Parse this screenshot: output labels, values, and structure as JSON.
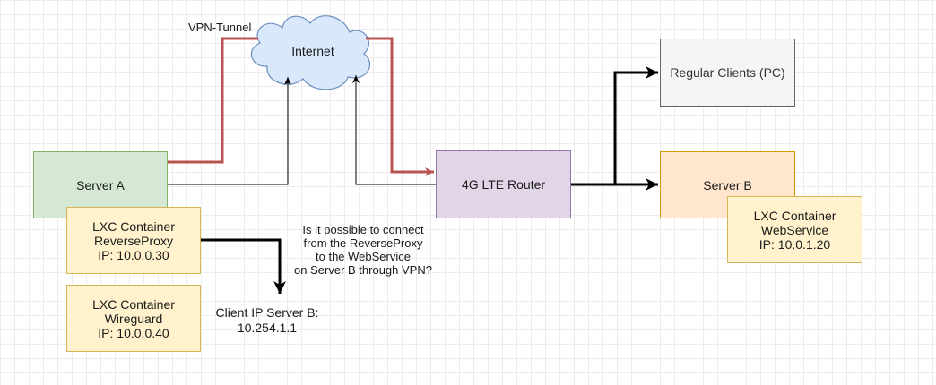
{
  "nodes": {
    "internet": {
      "label": "Internet"
    },
    "server_a": {
      "label": "Server A"
    },
    "reverse_proxy": {
      "lines": [
        "LXC Container",
        "ReverseProxy",
        "IP: 10.0.0.30"
      ]
    },
    "wireguard": {
      "lines": [
        "LXC Container",
        "Wireguard",
        "IP: 10.0.0.40"
      ]
    },
    "router": {
      "label": "4G LTE Router"
    },
    "regular_clients": {
      "label": "Regular Clients (PC)"
    },
    "server_b": {
      "label": "Server B"
    },
    "webservice": {
      "lines": [
        "LXC Container",
        "WebService",
        "IP: 10.0.1.20"
      ]
    }
  },
  "labels": {
    "vpn_tunnel": "VPN-Tunnel",
    "question": [
      "Is it possible to connect",
      "from the ReverseProxy",
      "to the WebService",
      "on Server B through VPN?"
    ],
    "client_ip": [
      "Client IP Server B:",
      "10.254.1.1"
    ]
  },
  "colors": {
    "vpn_line": "#b85450",
    "cloud_fill": "#dae8fc",
    "cloud_stroke": "#6c8ebf"
  }
}
